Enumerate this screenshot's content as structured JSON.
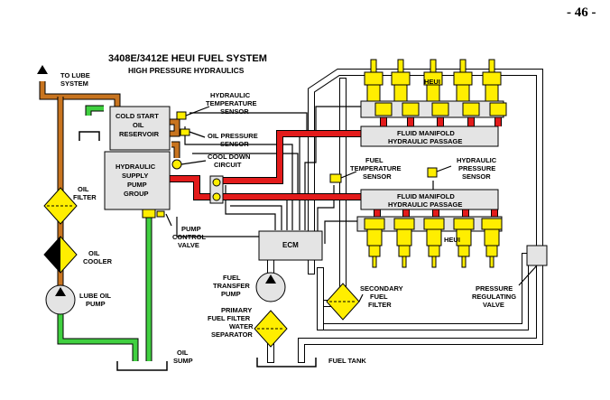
{
  "page_number": "- 46 -",
  "title": "3408E/3412E HEUI FUEL SYSTEM",
  "subtitle": "HIGH PRESSURE HYDRAULICS",
  "labels": {
    "to_lube_1": "TO LUBE",
    "to_lube_2": "SYSTEM",
    "cold_start_1": "COLD START",
    "cold_start_2": "OIL",
    "cold_start_3": "RESERVOIR",
    "hyd_temp_1": "HYDRAULIC",
    "hyd_temp_2": "TEMPERATURE",
    "hyd_temp_3": "SENSOR",
    "oil_press_1": "OIL PRESSURE",
    "oil_press_2": "SENSOR",
    "cool_down_1": "COOL DOWN",
    "cool_down_2": "CIRCUIT",
    "supply_1": "HYDRAULIC",
    "supply_2": "SUPPLY",
    "supply_3": "PUMP",
    "supply_4": "GROUP",
    "oil_filter_1": "OIL",
    "oil_filter_2": "FILTER",
    "oil_cooler_1": "OIL",
    "oil_cooler_2": "COOLER",
    "lube_pump_1": "LUBE OIL",
    "lube_pump_2": "PUMP",
    "pump_ctrl_1": "PUMP",
    "pump_ctrl_2": "CONTROL",
    "pump_ctrl_3": "VALVE",
    "oil_sump_1": "OIL",
    "oil_sump_2": "SUMP",
    "ecm": "ECM",
    "fuel_xfer_1": "FUEL",
    "fuel_xfer_2": "TRANSFER",
    "fuel_xfer_3": "PUMP",
    "primary_1": "PRIMARY",
    "primary_2": "FUEL FILTER",
    "primary_3": "WATER",
    "primary_4": "SEPARATOR",
    "fuel_tank": "FUEL TANK",
    "fuel_temp_1": "FUEL",
    "fuel_temp_2": "TEMPERATURE",
    "fuel_temp_3": "SENSOR",
    "hyd_press_1": "HYDRAULIC",
    "hyd_press_2": "PRESSURE",
    "hyd_press_3": "SENSOR",
    "manifold_top_1": "FLUID MANIFOLD",
    "manifold_top_2": "HYDRAULIC PASSAGE",
    "manifold_bot_1": "FLUID MANIFOLD",
    "manifold_bot_2": "HYDRAULIC PASSAGE",
    "heui_top": "HEUI",
    "heui_bot": "HEUI",
    "secondary_1": "SECONDARY",
    "secondary_2": "FUEL",
    "secondary_3": "FILTER",
    "regulating_1": "PRESSURE",
    "regulating_2": "REGULATING",
    "regulating_3": "VALVE"
  },
  "colors": {
    "high_pressure_oil": "#e31b1b",
    "supply_oil": "#c8741f",
    "sump_return": "#40d040",
    "components": "#ffee00",
    "boxes": "#e4e4e4"
  }
}
